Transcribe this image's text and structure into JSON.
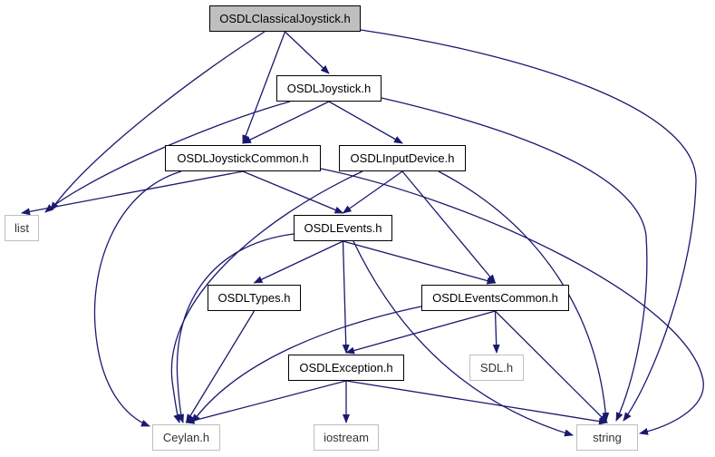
{
  "colors": {
    "edge": "#191970",
    "internal_border": "#000000",
    "external_border": "#bfbfbf",
    "root_fill": "#bfbfbf",
    "node_fill": "#ffffff",
    "background": "#ffffff"
  },
  "nodes": {
    "root": {
      "label": "OSDLClassicalJoystick.h"
    },
    "joystick": {
      "label": "OSDLJoystick.h"
    },
    "joystick_common": {
      "label": "OSDLJoystickCommon.h"
    },
    "input_device": {
      "label": "OSDLInputDevice.h"
    },
    "list": {
      "label": "list"
    },
    "events": {
      "label": "OSDLEvents.h"
    },
    "types": {
      "label": "OSDLTypes.h"
    },
    "events_common": {
      "label": "OSDLEventsCommon.h"
    },
    "exception": {
      "label": "OSDLException.h"
    },
    "sdl": {
      "label": "SDL.h"
    },
    "ceylan": {
      "label": "Ceylan.h"
    },
    "iostream": {
      "label": "iostream"
    },
    "string": {
      "label": "string"
    }
  },
  "edges": [
    [
      "root",
      "list"
    ],
    [
      "root",
      "joystick"
    ],
    [
      "root",
      "joystick_common"
    ],
    [
      "root",
      "string"
    ],
    [
      "joystick",
      "list"
    ],
    [
      "joystick",
      "joystick_common"
    ],
    [
      "joystick",
      "input_device"
    ],
    [
      "joystick",
      "string"
    ],
    [
      "joystick_common",
      "list"
    ],
    [
      "joystick_common",
      "ceylan"
    ],
    [
      "joystick_common",
      "events"
    ],
    [
      "joystick_common",
      "string"
    ],
    [
      "input_device",
      "ceylan"
    ],
    [
      "input_device",
      "events"
    ],
    [
      "input_device",
      "events_common"
    ],
    [
      "input_device",
      "string"
    ],
    [
      "events",
      "ceylan"
    ],
    [
      "events",
      "types"
    ],
    [
      "events",
      "events_common"
    ],
    [
      "events",
      "exception"
    ],
    [
      "events",
      "string"
    ],
    [
      "types",
      "ceylan"
    ],
    [
      "events_common",
      "ceylan"
    ],
    [
      "events_common",
      "exception"
    ],
    [
      "events_common",
      "sdl"
    ],
    [
      "events_common",
      "string"
    ],
    [
      "exception",
      "ceylan"
    ],
    [
      "exception",
      "iostream"
    ],
    [
      "exception",
      "string"
    ]
  ]
}
